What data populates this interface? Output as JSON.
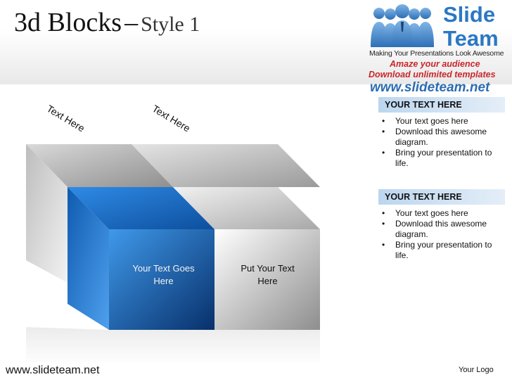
{
  "title": {
    "main": "3d Blocks",
    "dash": "–",
    "sub": "Style 1"
  },
  "logo": {
    "word1": "Slide",
    "word2": "Team",
    "tagline": "Making Your Presentations Look Awesome",
    "line1": "Amaze your audience",
    "line2": "Download unlimited templates",
    "url": "www.slideteam.net",
    "brand_color": "#2b78c4",
    "accent_color": "#c9262b"
  },
  "panels": [
    {
      "heading": "YOUR TEXT HERE",
      "bullets": [
        "Your text goes here",
        "Download this awesome diagram.",
        "Bring your presentation to life."
      ]
    },
    {
      "heading": "YOUR TEXT HERE",
      "bullets": [
        "Your text goes here",
        "Download this awesome diagram.",
        "Bring your presentation to life."
      ]
    }
  ],
  "diagram": {
    "top_label_1": "Text Here",
    "top_label_2": "Text Here",
    "front_left_label": "Your Text Goes Here",
    "front_right_label": "Put Your Text Here",
    "blue_color": "#1565c0",
    "gray_color": "#c8c8c8"
  },
  "footer": {
    "url": "www.slideteam.net",
    "logo_text": "Your Logo"
  }
}
